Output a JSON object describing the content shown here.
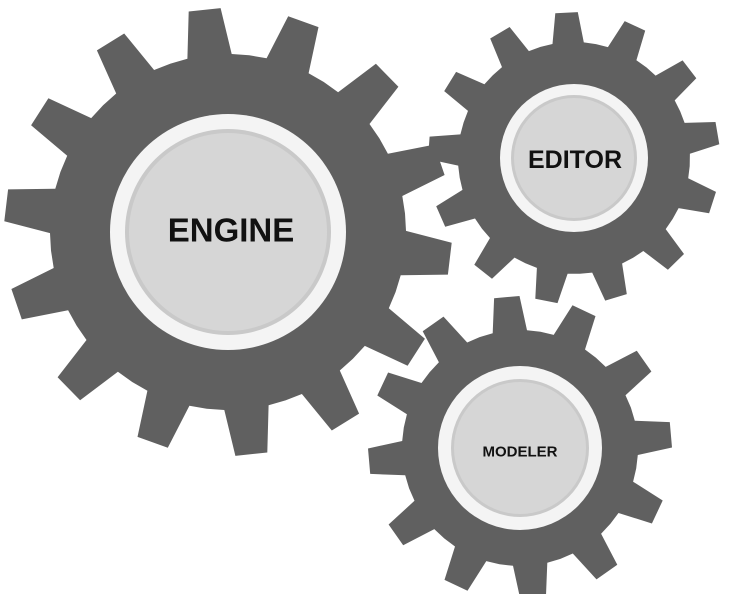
{
  "gears": [
    {
      "id": "engine",
      "label": "ENGINE",
      "teeth": 14
    },
    {
      "id": "editor",
      "label": "EDITOR",
      "teeth": 13
    },
    {
      "id": "modeler",
      "label": "MODELER",
      "teeth": 12
    }
  ],
  "colors": {
    "gear": "#606060",
    "ring": "#f4f4f4",
    "hub": "#d6d6d6",
    "label": "#111111"
  }
}
